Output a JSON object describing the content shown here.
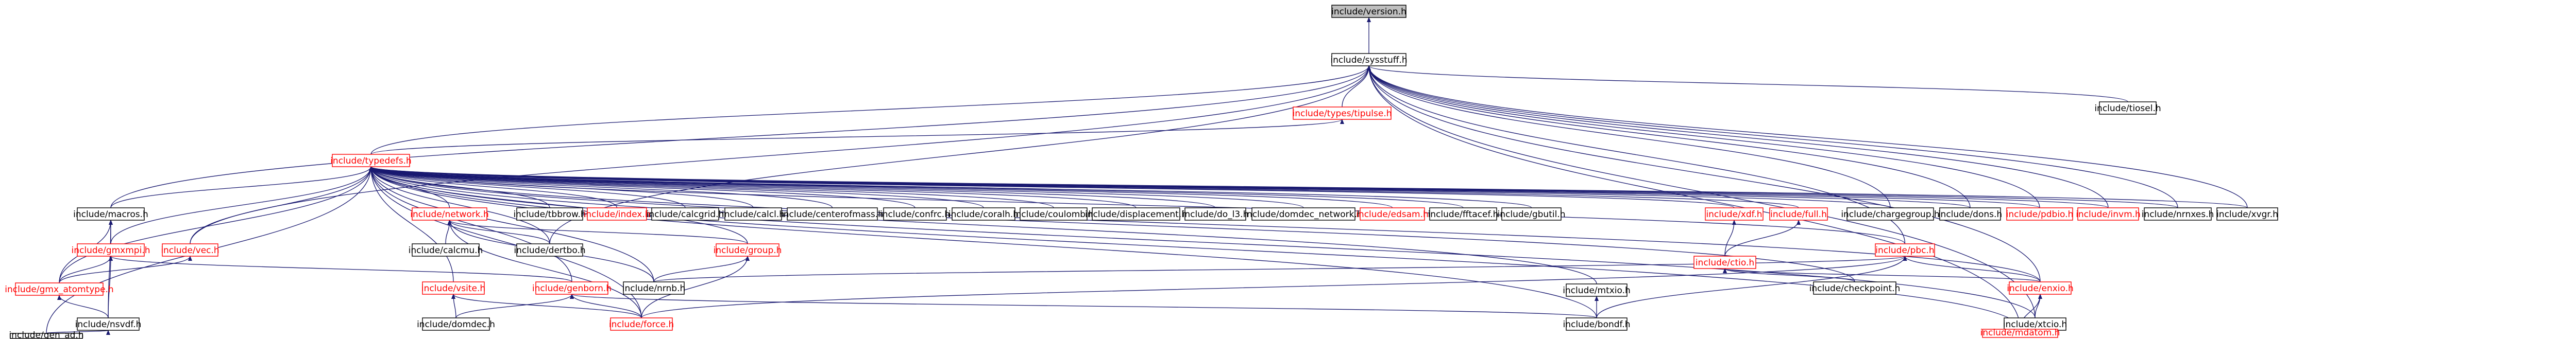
{
  "graph": {
    "colors": {
      "edge": "#191970",
      "node_border": "#000000",
      "node_border_undocumented": "#ff0000",
      "root_fill": "#bfbfbf",
      "text": "#000000",
      "text_undocumented": "#ff0000"
    },
    "nodes": [
      {
        "id": "version",
        "label": "include/version.h",
        "type": "root"
      },
      {
        "id": "sysstuff",
        "label": "include/sysstuff.h",
        "type": "normal"
      },
      {
        "id": "tiosel",
        "label": "include/tiosel.h",
        "type": "normal"
      },
      {
        "id": "tpulse",
        "label": "include/types/tipulse.h",
        "type": "red"
      },
      {
        "id": "typedefs",
        "label": "include/typedefs.h",
        "type": "red"
      },
      {
        "id": "macros",
        "label": "include/macros.h",
        "type": "normal"
      },
      {
        "id": "network",
        "label": "include/network.h",
        "type": "red"
      },
      {
        "id": "tbbrow",
        "label": "include/tbbrow.h",
        "type": "normal"
      },
      {
        "id": "index",
        "label": "include/index.h",
        "type": "red"
      },
      {
        "id": "calcgrid",
        "label": "include/calcgrid.h",
        "type": "normal"
      },
      {
        "id": "calcl",
        "label": "include/calcl.h",
        "type": "normal"
      },
      {
        "id": "centerofmass",
        "label": "include/centerofmass.h",
        "type": "normal"
      },
      {
        "id": "confrc",
        "label": "include/confrc.h",
        "type": "normal"
      },
      {
        "id": "coralh",
        "label": "include/coralh.h",
        "type": "normal"
      },
      {
        "id": "coulomb",
        "label": "include/coulomb.h",
        "type": "normal"
      },
      {
        "id": "displacement",
        "label": "include/displacement.h",
        "type": "normal"
      },
      {
        "id": "domdec_l3",
        "label": "include/do_l3.h",
        "type": "normal"
      },
      {
        "id": "domdec_network",
        "label": "include/domdec_network.h",
        "type": "normal"
      },
      {
        "id": "edsam",
        "label": "include/edsam.h",
        "type": "red"
      },
      {
        "id": "fftacef",
        "label": "include/fftacef.h",
        "type": "normal"
      },
      {
        "id": "gbutil",
        "label": "include/gbutil.h",
        "type": "normal"
      },
      {
        "id": "xdf",
        "label": "include/xdf.h",
        "type": "red"
      },
      {
        "id": "full",
        "label": "include/full.h",
        "type": "red"
      },
      {
        "id": "chargegroup",
        "label": "include/chargegroup.h",
        "type": "normal"
      },
      {
        "id": "dlons",
        "label": "include/dons.h",
        "type": "normal"
      },
      {
        "id": "pdbio",
        "label": "include/pdbio.h",
        "type": "red"
      },
      {
        "id": "invm",
        "label": "include/invm.h",
        "type": "red"
      },
      {
        "id": "nrnxes",
        "label": "include/nrnxes.h",
        "type": "normal"
      },
      {
        "id": "xvgr",
        "label": "include/xvgr.h",
        "type": "normal"
      },
      {
        "id": "gmxmpi",
        "label": "include/gmxmpi.h",
        "type": "red"
      },
      {
        "id": "vec",
        "label": "include/vec.h",
        "type": "red"
      },
      {
        "id": "calcmu",
        "label": "include/calcmu.h",
        "type": "normal"
      },
      {
        "id": "dertbo",
        "label": "include/dertbo.h",
        "type": "normal"
      },
      {
        "id": "group",
        "label": "include/group.h",
        "type": "red"
      },
      {
        "id": "gmx_omp",
        "label": "include/gmx_atomtype.h",
        "type": "red"
      },
      {
        "id": "vsite",
        "label": "include/vsite.h",
        "type": "red"
      },
      {
        "id": "genborn",
        "label": "include/genborn.h",
        "type": "red"
      },
      {
        "id": "nrnb",
        "label": "include/nrnb.h",
        "type": "normal"
      },
      {
        "id": "ctio",
        "label": "include/ctio.h",
        "type": "red"
      },
      {
        "id": "pbc",
        "label": "include/pbc.h",
        "type": "red"
      },
      {
        "id": "checkpoint",
        "label": "include/checkpoint.h",
        "type": "normal"
      },
      {
        "id": "enxio",
        "label": "include/enxio.h",
        "type": "red"
      },
      {
        "id": "nsvdf",
        "label": "include/nsvdf.h",
        "type": "normal"
      },
      {
        "id": "domdec",
        "label": "include/domdec.h",
        "type": "normal"
      },
      {
        "id": "force",
        "label": "include/force.h",
        "type": "red"
      },
      {
        "id": "mtxio",
        "label": "include/mtxio.h",
        "type": "normal"
      },
      {
        "id": "bondf",
        "label": "include/bondf.h",
        "type": "normal"
      },
      {
        "id": "xtcio",
        "label": "include/xtcio.h",
        "type": "normal"
      },
      {
        "id": "gen_ad",
        "label": "include/gen_ad.h",
        "type": "normal"
      },
      {
        "id": "mdatom",
        "label": "include/mdatom.h",
        "type": "red"
      }
    ],
    "edges": [
      [
        "version",
        "sysstuff"
      ],
      [
        "sysstuff",
        "tiosel"
      ],
      [
        "sysstuff",
        "tpulse"
      ],
      [
        "sysstuff",
        "typedefs"
      ],
      [
        "sysstuff",
        "macros"
      ],
      [
        "sysstuff",
        "vec"
      ],
      [
        "sysstuff",
        "chargegroup"
      ],
      [
        "sysstuff",
        "dlons"
      ],
      [
        "sysstuff",
        "pdbio"
      ],
      [
        "sysstuff",
        "invm"
      ],
      [
        "sysstuff",
        "nrnxes"
      ],
      [
        "sysstuff",
        "xvgr"
      ],
      [
        "sysstuff",
        "pbc"
      ],
      [
        "sysstuff",
        "enxio"
      ],
      [
        "sysstuff",
        "xtcio"
      ],
      [
        "sysstuff",
        "mdatom"
      ],
      [
        "sysstuff",
        "dertbo"
      ],
      [
        "tpulse",
        "typedefs"
      ],
      [
        "typedefs",
        "macros"
      ],
      [
        "typedefs",
        "network"
      ],
      [
        "typedefs",
        "tbbrow"
      ],
      [
        "typedefs",
        "index"
      ],
      [
        "typedefs",
        "calcgrid"
      ],
      [
        "typedefs",
        "calcl"
      ],
      [
        "typedefs",
        "centerofmass"
      ],
      [
        "typedefs",
        "confrc"
      ],
      [
        "typedefs",
        "coralh"
      ],
      [
        "typedefs",
        "coulomb"
      ],
      [
        "typedefs",
        "displacement"
      ],
      [
        "typedefs",
        "domdec_l3"
      ],
      [
        "typedefs",
        "domdec_network"
      ],
      [
        "typedefs",
        "edsam"
      ],
      [
        "typedefs",
        "fftacef"
      ],
      [
        "typedefs",
        "gbutil"
      ],
      [
        "typedefs",
        "xdf"
      ],
      [
        "typedefs",
        "full"
      ],
      [
        "typedefs",
        "chargegroup"
      ],
      [
        "typedefs",
        "dlons"
      ],
      [
        "typedefs",
        "pdbio"
      ],
      [
        "typedefs",
        "invm"
      ],
      [
        "typedefs",
        "nrnxes"
      ],
      [
        "typedefs",
        "xvgr"
      ],
      [
        "typedefs",
        "gmxmpi"
      ],
      [
        "typedefs",
        "vec"
      ],
      [
        "typedefs",
        "dertbo"
      ],
      [
        "typedefs",
        "group"
      ],
      [
        "typedefs",
        "gmx_omp"
      ],
      [
        "typedefs",
        "vsite"
      ],
      [
        "typedefs",
        "genborn"
      ],
      [
        "typedefs",
        "nrnb"
      ],
      [
        "typedefs",
        "pbc"
      ],
      [
        "typedefs",
        "checkpoint"
      ],
      [
        "typedefs",
        "enxio"
      ],
      [
        "typedefs",
        "mtxio"
      ],
      [
        "typedefs",
        "bondf"
      ],
      [
        "typedefs",
        "force"
      ],
      [
        "typedefs",
        "gen_ad"
      ],
      [
        "typedefs",
        "xtcio"
      ],
      [
        "typedefs",
        "mdatom"
      ],
      [
        "macros",
        "gmxmpi"
      ],
      [
        "macros",
        "gmx_omp"
      ],
      [
        "macros",
        "nsvdf"
      ],
      [
        "network",
        "calcmu"
      ],
      [
        "network",
        "dertbo"
      ],
      [
        "network",
        "group"
      ],
      [
        "network",
        "nrnb"
      ],
      [
        "network",
        "force"
      ],
      [
        "gmxmpi",
        "gmx_omp"
      ],
      [
        "gmxmpi",
        "genborn"
      ],
      [
        "gmxmpi",
        "nsvdf"
      ],
      [
        "vec",
        "gmx_omp"
      ],
      [
        "gmx_omp",
        "nsvdf"
      ],
      [
        "nsvdf",
        "gen_ad"
      ],
      [
        "group",
        "nrnb"
      ],
      [
        "group",
        "force"
      ],
      [
        "vsite",
        "domdec"
      ],
      [
        "vsite",
        "force"
      ],
      [
        "genborn",
        "domdec"
      ],
      [
        "genborn",
        "force"
      ],
      [
        "genborn",
        "bondf"
      ],
      [
        "pbc",
        "nrnb"
      ],
      [
        "pbc",
        "enxio"
      ],
      [
        "pbc",
        "bondf"
      ],
      [
        "pbc",
        "force"
      ],
      [
        "mtxio",
        "bondf"
      ],
      [
        "xdf",
        "ctio"
      ],
      [
        "full",
        "ctio"
      ],
      [
        "ctio",
        "checkpoint"
      ],
      [
        "ctio",
        "enxio"
      ],
      [
        "enxio",
        "xtcio"
      ],
      [
        "enxio",
        "mdatom"
      ],
      [
        "xtcio",
        "mdatom"
      ]
    ]
  }
}
